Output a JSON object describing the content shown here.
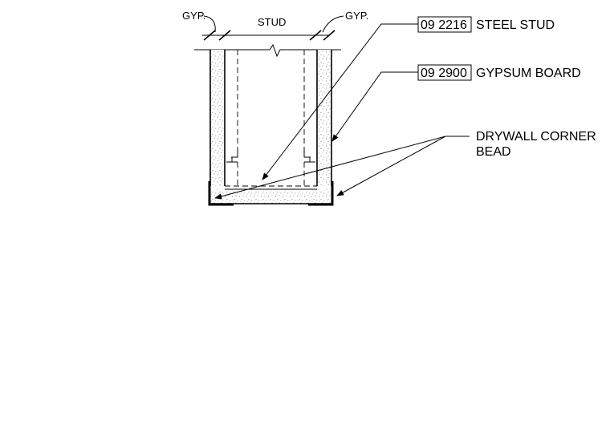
{
  "labels": {
    "gyp_left": "GYP.",
    "stud": "STUD",
    "gyp_right": "GYP."
  },
  "callouts": [
    {
      "code": "09 2216",
      "text": "STEEL STUD"
    },
    {
      "code": "09 2900",
      "text": "GYPSUM BOARD"
    }
  ],
  "corner_bead": {
    "line1": "DRYWALL CORNER",
    "line2": "BEAD"
  }
}
